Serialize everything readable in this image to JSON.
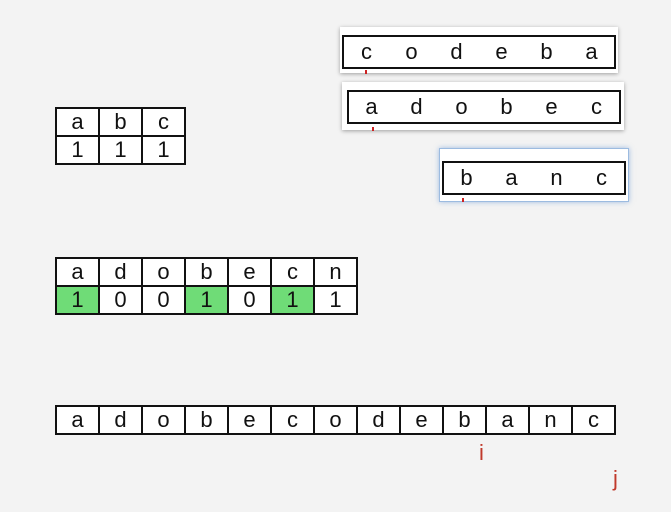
{
  "snippets": [
    {
      "id": "codeba",
      "letters": [
        "c",
        "o",
        "d",
        "e",
        "b",
        "a"
      ],
      "selected": false
    },
    {
      "id": "adobec",
      "letters": [
        "a",
        "d",
        "o",
        "b",
        "e",
        "c"
      ],
      "selected": false
    },
    {
      "id": "banc",
      "letters": [
        "b",
        "a",
        "n",
        "c"
      ],
      "selected": true
    }
  ],
  "target_table": {
    "letters": [
      "a",
      "b",
      "c"
    ],
    "counts": [
      "1",
      "1",
      "1"
    ]
  },
  "window_table": {
    "letters": [
      "a",
      "d",
      "o",
      "b",
      "e",
      "c",
      "n"
    ],
    "counts": [
      "1",
      "0",
      "0",
      "1",
      "0",
      "1",
      "1"
    ],
    "highlighted_columns": [
      0,
      3,
      5
    ],
    "highlight_color": "#6fdc77"
  },
  "source_string": {
    "letters": [
      "a",
      "d",
      "o",
      "b",
      "e",
      "c",
      "o",
      "d",
      "e",
      "b",
      "a",
      "n",
      "c"
    ]
  },
  "pointers": {
    "i": {
      "label": "i",
      "index": 9
    },
    "j": {
      "label": "j",
      "index": 12
    },
    "color": "#c0392b"
  }
}
